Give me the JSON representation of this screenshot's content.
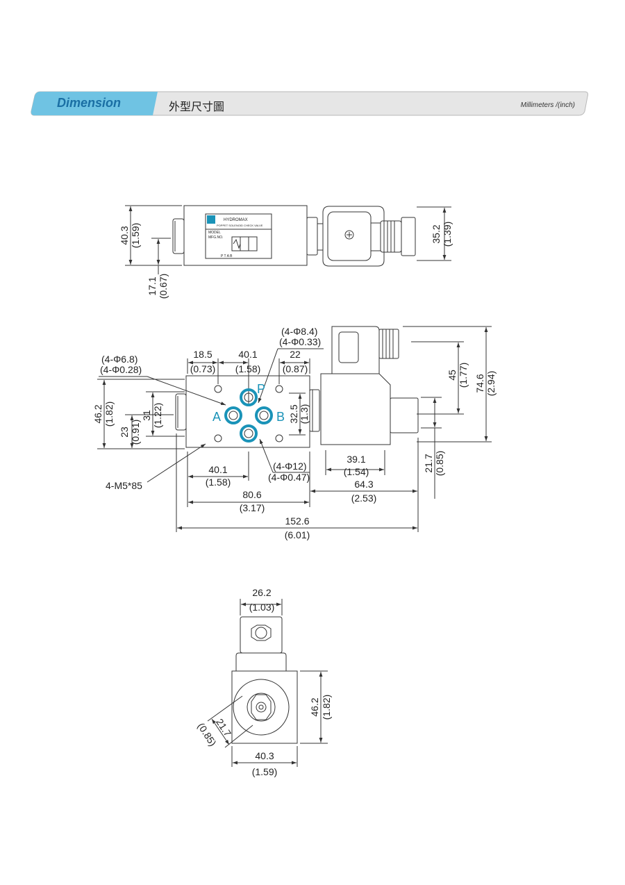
{
  "header": {
    "title": "Dimension",
    "subtitle": "外型尺寸圖",
    "units": "Millimeters /(inch)"
  },
  "nameplate": {
    "brand": "HYDROMAX",
    "product": "POPPET SOLENOID CHECK VALVE",
    "model_label": "MODEL",
    "mfg_label": "MFG.NO.",
    "ports": "P  T  A  B"
  },
  "ports": {
    "p": "P",
    "a": "A",
    "b": "B"
  },
  "dims": {
    "top_h_mm": "40.3",
    "top_h_in": "(1.59)",
    "top_off_mm": "17.1",
    "top_off_in": "(0.67)",
    "top_coil_mm": "35.2",
    "top_coil_in": "(1.39)",
    "hole68_a": "(4-Φ6.8)",
    "hole68_b": "(4-Φ0.28)",
    "hole84_a": "(4-Φ8.4)",
    "hole84_b": "(4-Φ0.33)",
    "d185_mm": "18.5",
    "d185_in": "(0.73)",
    "d401t_mm": "40.1",
    "d401t_in": "(1.58)",
    "d22_mm": "22",
    "d22_in": "(0.87)",
    "d462_mm": "46.2",
    "d462_in": "(1.82)",
    "d23_mm": "23",
    "d23_in": "(0.91)",
    "d31_mm": "31",
    "d31_in": "(1.22)",
    "d325_mm": "32.5",
    "d325_in": "(1.3)",
    "d45_mm": "45",
    "d45_in": "(1.77)",
    "d746_mm": "74.6",
    "d746_in": "(2.94)",
    "d217_mm": "21.7",
    "d217_in": "(0.85)",
    "hole12_a": "(4-Φ12)",
    "hole12_b": "(4-Φ0.47)",
    "screw": "4-M5*85",
    "d401b_mm": "40.1",
    "d401b_in": "(1.58)",
    "d806_mm": "80.6",
    "d806_in": "(3.17)",
    "d391_mm": "39.1",
    "d391_in": "(1.54)",
    "d643_mm": "64.3",
    "d643_in": "(2.53)",
    "d1526_mm": "152.6",
    "d1526_in": "(6.01)",
    "s262_mm": "26.2",
    "s262_in": "(1.03)",
    "s462_mm": "46.2",
    "s462_in": "(1.82)",
    "s217_mm": "21.7",
    "s217_in": "(0.85)",
    "s403_mm": "40.3",
    "s403_in": "(1.59)"
  },
  "colors": {
    "banner_left": "#6fc3e3",
    "banner_right": "#e6e6e6",
    "port": "#1a93b8",
    "line": "#333333"
  }
}
